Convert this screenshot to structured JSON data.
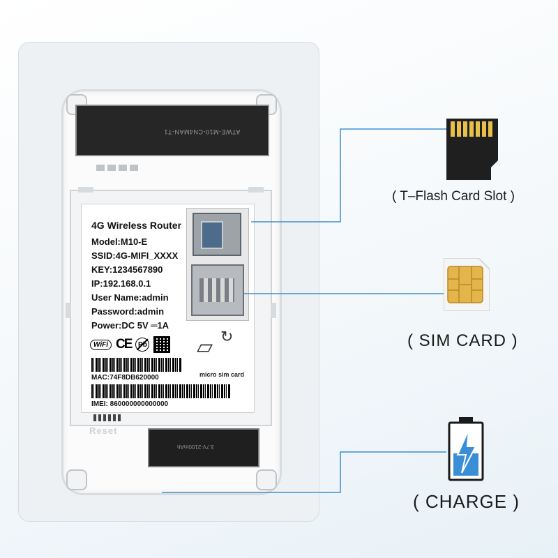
{
  "label": {
    "title": "4G Wireless Router",
    "model": "Model:M10-E",
    "ssid": "SSID:4G-MIFI_XXXX",
    "key": "KEY:1234567890",
    "ip": "IP:192.168.0.1",
    "username": "User Name:admin",
    "password": "Password:admin",
    "power": "Power:DC 5V ═1A",
    "wifi_logo": "WiFi",
    "ce_mark": "CE",
    "pb_mark": "Pb",
    "mac": "MAC:74F8DB620000",
    "imei": "IMEI: 860000000000000",
    "micro_sim": "micro sim card"
  },
  "device": {
    "top_plate_text": "ATWE-M10-CN4MAN-T1",
    "battery_plate_text": "3.7V-2100mAh",
    "reset": "Reset"
  },
  "callouts": {
    "tflash": "( T–Flash Card Slot )",
    "sim": "( SIM  CARD )",
    "charge": "( CHARGE )"
  },
  "colors": {
    "callout_line": "#3b8fd0",
    "battery_fill": "#3a8ed6",
    "sd_card": "#1f1f1f",
    "sim_chip": "#e3b54a"
  },
  "icons": [
    "sd-card-icon",
    "sim-card-icon",
    "battery-charge-icon",
    "wifi-certification-icon",
    "ce-mark-icon",
    "lead-free-icon",
    "qr-code-icon",
    "micro-sim-icon",
    "rotate-arrow-icon"
  ]
}
